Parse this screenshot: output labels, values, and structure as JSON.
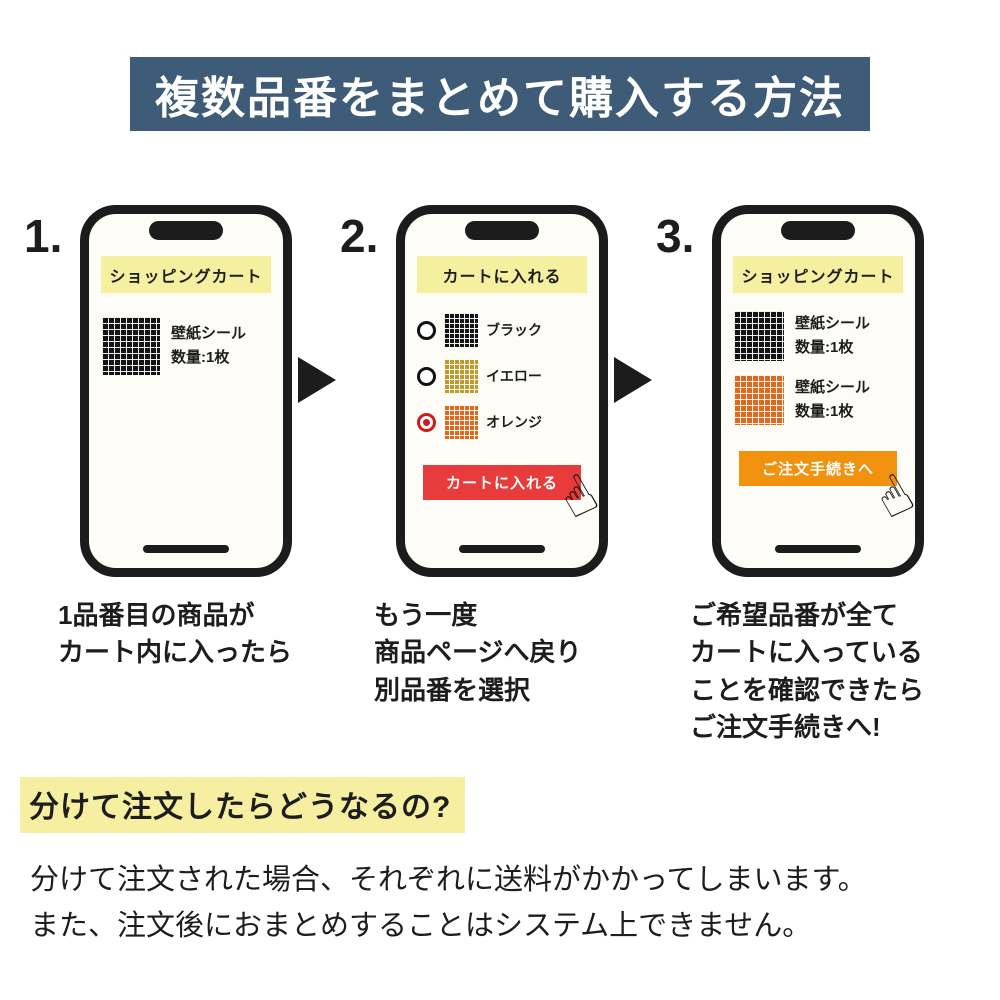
{
  "colors": {
    "header_bg": "#3e5c77",
    "screen_banner_yellow": "#f5efa0",
    "button_red": "#e83c3c",
    "button_orange": "#f1920e",
    "highlight_yellow": "#f6efa2",
    "swatch_black": "#141414",
    "swatch_yellow": "#bf9a2c",
    "swatch_orange": "#dd6a1e"
  },
  "header": {
    "title": "複数品番をまとめて購入する方法"
  },
  "steps": [
    {
      "number": "1.",
      "screen_title": "ショッピングカート",
      "products": [
        {
          "swatch": "black-grid-swatch",
          "name": "壁紙シール",
          "qty": "数量:1枚"
        }
      ],
      "caption_lines": [
        "1品番目の商品が",
        "カート内に入ったら"
      ]
    },
    {
      "number": "2.",
      "screen_title": "カートに入れる",
      "options": [
        {
          "swatch": "black-grid-swatch",
          "label": "ブラック",
          "selected": false
        },
        {
          "swatch": "yellow-grid-swatch",
          "label": "イエロー",
          "selected": false
        },
        {
          "swatch": "orange-grid-swatch",
          "label": "オレンジ",
          "selected": true
        }
      ],
      "button_label": "カートに入れる",
      "caption_lines": [
        "もう一度",
        "商品ページへ戻り",
        "別品番を選択"
      ]
    },
    {
      "number": "3.",
      "screen_title": "ショッピングカート",
      "products": [
        {
          "swatch": "black-grid-swatch",
          "name": "壁紙シール",
          "qty": "数量:1枚"
        },
        {
          "swatch": "orange-grid-swatch",
          "name": "壁紙シール",
          "qty": "数量:1枚"
        }
      ],
      "button_label": "ご注文手続きへ",
      "caption_lines": [
        "ご希望品番が全て",
        "カートに入っている",
        "ことを確認できたら",
        "ご注文手続きへ!"
      ]
    }
  ],
  "hand_icon_glyph": "☝",
  "footer": {
    "question_heading": "分けて注文したらどうなるの?",
    "body_lines": [
      "分けて注文された場合、それぞれに送料がかかってしまいます。",
      "また、注文後におまとめすることはシステム上できません。"
    ]
  }
}
